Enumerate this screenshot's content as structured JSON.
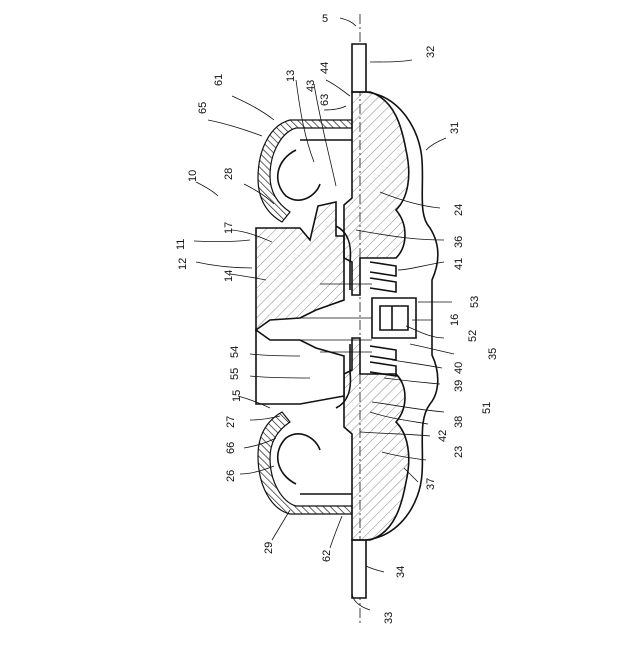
{
  "figure": {
    "reference_numerals": [
      "5",
      "10",
      "11",
      "12",
      "13",
      "14",
      "15",
      "16",
      "17",
      "23",
      "24",
      "26",
      "27",
      "28",
      "29",
      "31",
      "32",
      "33",
      "34",
      "35",
      "36",
      "37",
      "38",
      "39",
      "40",
      "41",
      "42",
      "43",
      "44",
      "51",
      "52",
      "53",
      "54",
      "55",
      "61",
      "62",
      "63",
      "65",
      "66"
    ]
  }
}
